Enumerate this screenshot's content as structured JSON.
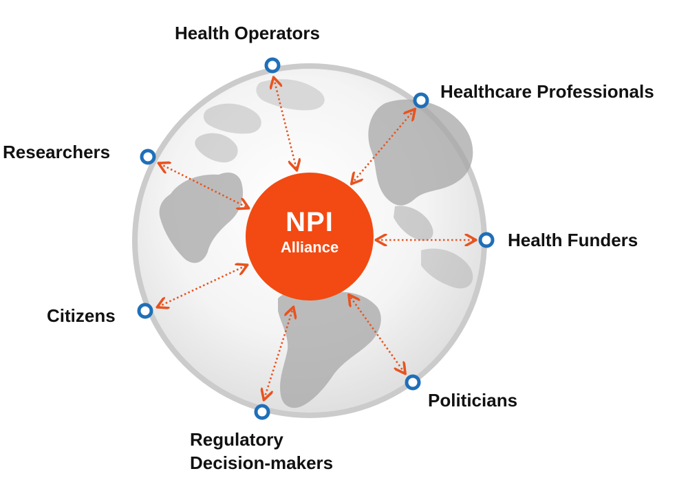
{
  "center": {
    "title": "NPI",
    "subtitle": "Alliance"
  },
  "stakeholders": [
    {
      "id": "health-operators",
      "label": "Health Operators"
    },
    {
      "id": "healthcare-professionals",
      "label": "Healthcare Professionals"
    },
    {
      "id": "researchers",
      "label": "Researchers"
    },
    {
      "id": "health-funders",
      "label": "Health Funders"
    },
    {
      "id": "citizens",
      "label": "Citizens"
    },
    {
      "id": "politicians",
      "label": "Politicians"
    },
    {
      "id": "regulatory",
      "label_line1": "Regulatory",
      "label_line2": "Decision-makers"
    }
  ],
  "colors": {
    "hub": "#f24a12",
    "connector": "#e8531f",
    "node_ring": "#1f6fb8",
    "globe_rim": "#c8c8c8",
    "land": "#a9a9a9"
  }
}
